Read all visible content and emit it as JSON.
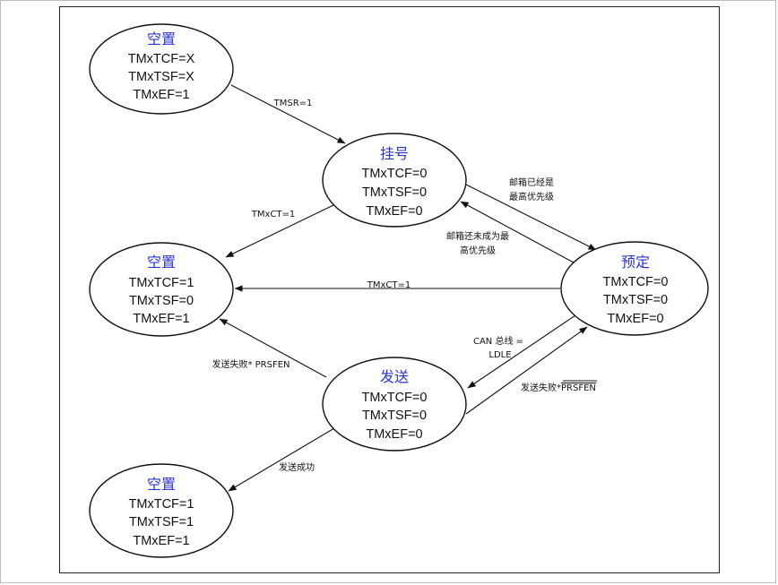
{
  "states": {
    "empty_top": {
      "title": "空置",
      "lines": [
        "TMxTCF=X",
        "TMxTSF=X",
        "TMxEF=1"
      ]
    },
    "pending": {
      "title": "挂号",
      "lines": [
        "TMxTCF=0",
        "TMxTSF=0",
        "TMxEF=0"
      ]
    },
    "empty_mid": {
      "title": "空置",
      "lines": [
        "TMxTCF=1",
        "TMxTSF=0",
        "TMxEF=1"
      ]
    },
    "scheduled": {
      "title": "预定",
      "lines": [
        "TMxTCF=0",
        "TMxTSF=0",
        "TMxEF=0"
      ]
    },
    "transmit": {
      "title": "发送",
      "lines": [
        "TMxTCF=0",
        "TMxTSF=0",
        "TMxEF=0"
      ]
    },
    "empty_bot": {
      "title": "空置",
      "lines": [
        "TMxTCF=1",
        "TMxTSF=1",
        "TMxEF=1"
      ]
    }
  },
  "edges": {
    "tmsr": "TMSR=1",
    "tmxct_pending": "TMxCT=1",
    "highest_prio_line1": "邮箱已经是",
    "highest_prio_line2": "最高优先级",
    "not_highest_line1": "邮箱还未成为最",
    "not_highest_line2": "高优先级",
    "tmxct_scheduled": "TMxCT=1",
    "can_idle_line1": "CAN 总线 =",
    "can_idle_line2": "LDLE",
    "fail_prsfen": "发送失败* PRSFEN",
    "fail_not_prsfen_prefix": "发送失败*",
    "fail_not_prsfen_overlined": "PRSFEN",
    "success": "发送成功"
  }
}
